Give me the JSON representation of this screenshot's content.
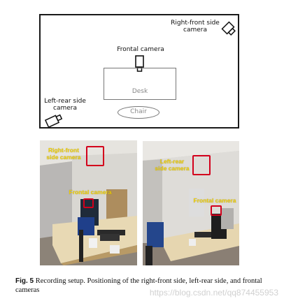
{
  "diagram": {
    "right_front_camera_label": "Right-front side\ncamera",
    "frontal_camera_label": "Frontal camera",
    "left_rear_camera_label": "Left-rear side\ncamera",
    "desk_label": "Desk",
    "chair_label": "Chair"
  },
  "photo_left": {
    "right_front_annotation": "Right-front\nside camera",
    "frontal_annotation": "Frontal camera"
  },
  "photo_right": {
    "left_rear_annotation": "Left-rear\nside camera",
    "frontal_annotation": "Frontal camera"
  },
  "caption": {
    "label": "Fig. 5",
    "text": "Recording setup. Positioning of the right-front side, left-rear side, and frontal cameras"
  },
  "watermark": "https://blog.csdn.net/qq874455953",
  "colors": {
    "annotation_text": "#f2d100",
    "highlight_box": "#d3001c"
  }
}
